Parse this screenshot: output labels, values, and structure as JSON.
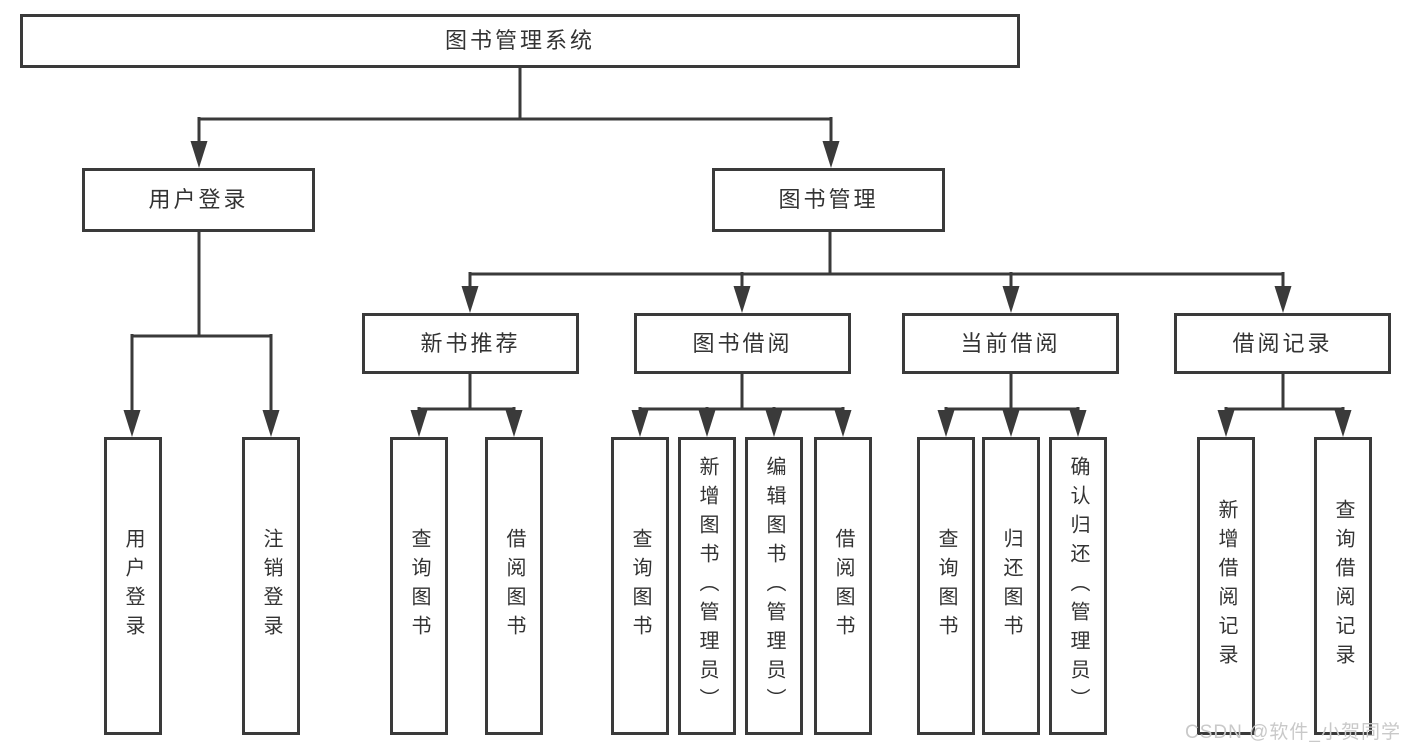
{
  "nodes": {
    "root": "图书管理系统",
    "level2": {
      "user_login": "用户登录",
      "book_management": "图书管理"
    },
    "level3": {
      "new_book_recommendation": "新书推荐",
      "book_borrowing": "图书借阅",
      "current_borrowing": "当前借阅",
      "borrowing_records": "借阅记录"
    },
    "level4": {
      "user_login": [
        "用户登录",
        "注销登录"
      ],
      "new_book_recommendation": [
        "查询图书",
        "借阅图书"
      ],
      "book_borrowing": [
        "查询图书",
        "新增图书（管理员）",
        "编辑图书（管理员）",
        "借阅图书"
      ],
      "current_borrowing": [
        "查询图书",
        "归还图书",
        "确认归还（管理员）"
      ],
      "borrowing_records": [
        "新增借阅记录",
        "查询借阅记录"
      ]
    }
  },
  "watermark": "CSDN @软件_小贺同学",
  "colors": {
    "line": "#3a3a3a",
    "box_background": "#ffffff",
    "text": "#333333",
    "watermark": "#c9c9c9"
  }
}
